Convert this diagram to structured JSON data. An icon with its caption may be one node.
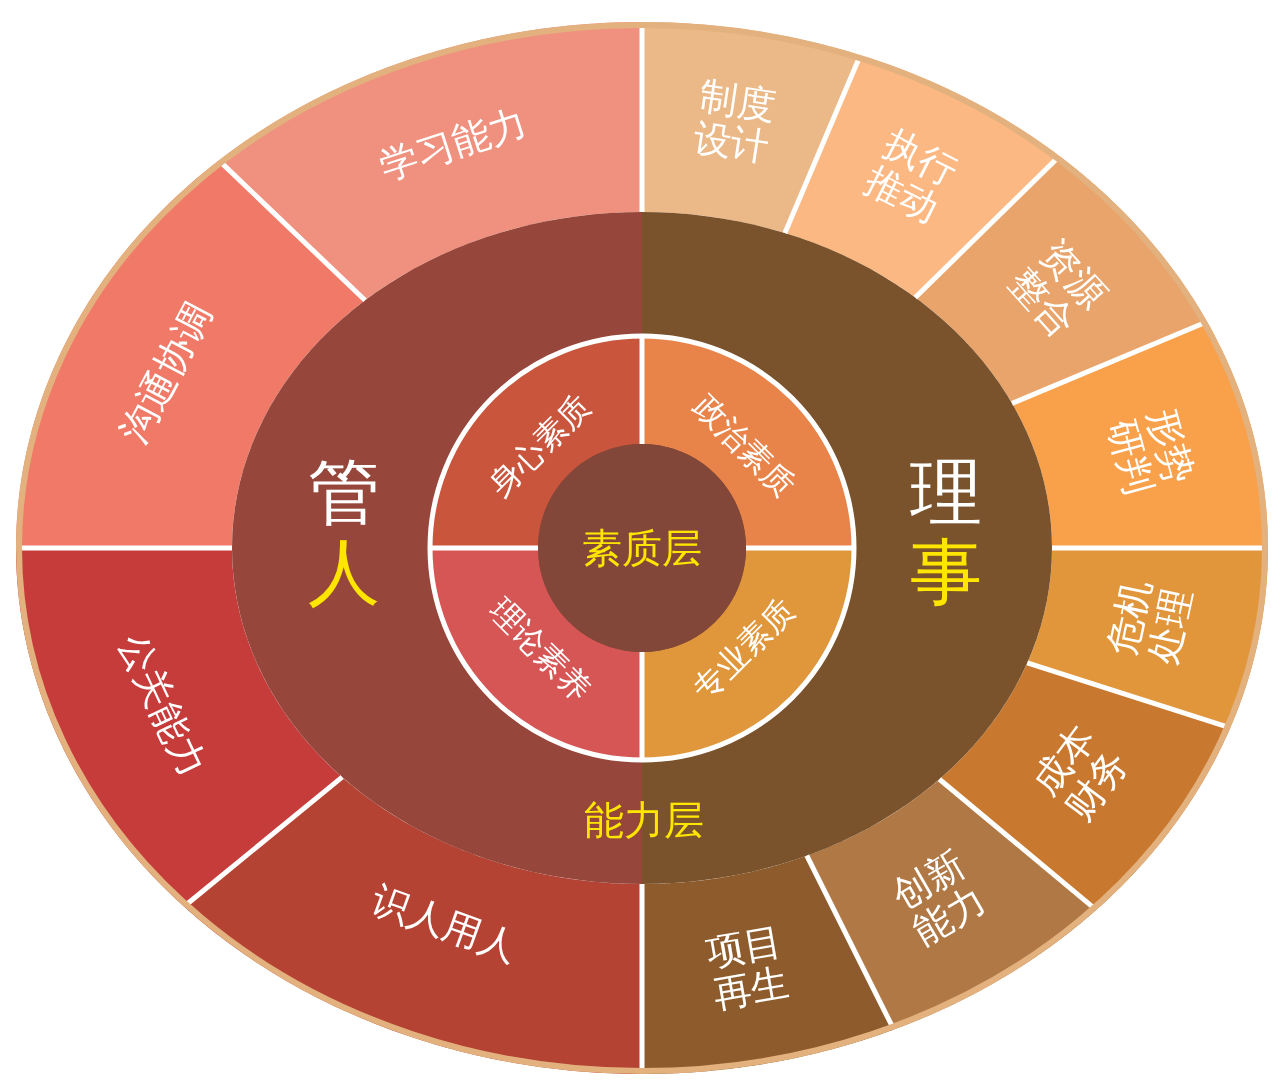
{
  "diagram": {
    "nodes": [
      {
        "text": [
          "学习能力"
        ]
      },
      {
        "text": [
          "沟通协调"
        ]
      },
      {
        "text": [
          "公关能力"
        ]
      },
      {
        "text": [
          "识人用人"
        ]
      },
      {
        "text": [
          "制度设计"
        ]
      },
      {
        "text": [
          "执行推动"
        ]
      },
      {
        "text": [
          "资源整合"
        ]
      },
      {
        "text": [
          "形势研判"
        ]
      },
      {
        "text": [
          "危机处理"
        ]
      },
      {
        "text": [
          "成本财务"
        ]
      },
      {
        "text": [
          "创新能力"
        ]
      },
      {
        "text": [
          "项目再生"
        ]
      },
      {
        "text": [
          "管人"
        ]
      },
      {
        "text": [
          "身心素质"
        ],
        "in": 12
      },
      {
        "text": [
          "理论素养"
        ],
        "in": 12
      },
      {
        "text": [
          "理事"
        ]
      },
      {
        "text": [
          "政治素质"
        ],
        "in": 15
      },
      {
        "text": [
          "专业素质"
        ],
        "in": 15
      },
      {
        "text": [
          "素质层"
        ]
      }
    ],
    "labels": [
      "能力层"
    ]
  }
}
